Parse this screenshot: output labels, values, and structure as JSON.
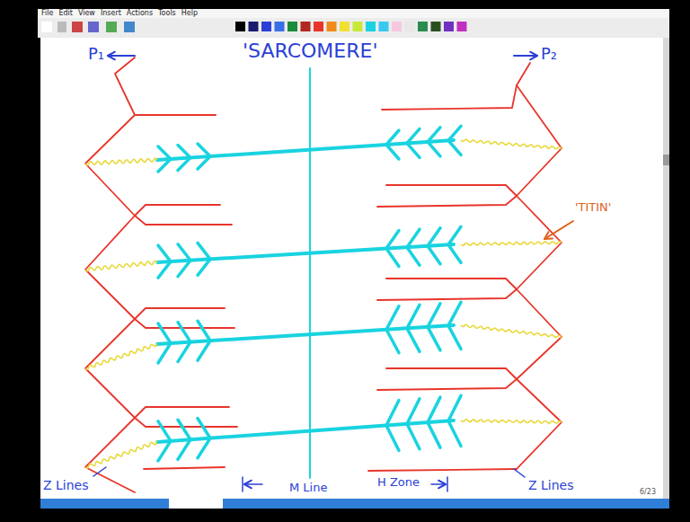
{
  "diagram": {
    "title": "'SARCOMERE'",
    "labels": [
      "File",
      "Edit",
      "View",
      "Insert",
      "Actions",
      "Tools",
      "Help",
      "P₁",
      "P₂",
      "'TITIN'",
      "Z Lines",
      "H Zone",
      "M Line",
      "Z Lines",
      "6/23"
    ]
  }
}
